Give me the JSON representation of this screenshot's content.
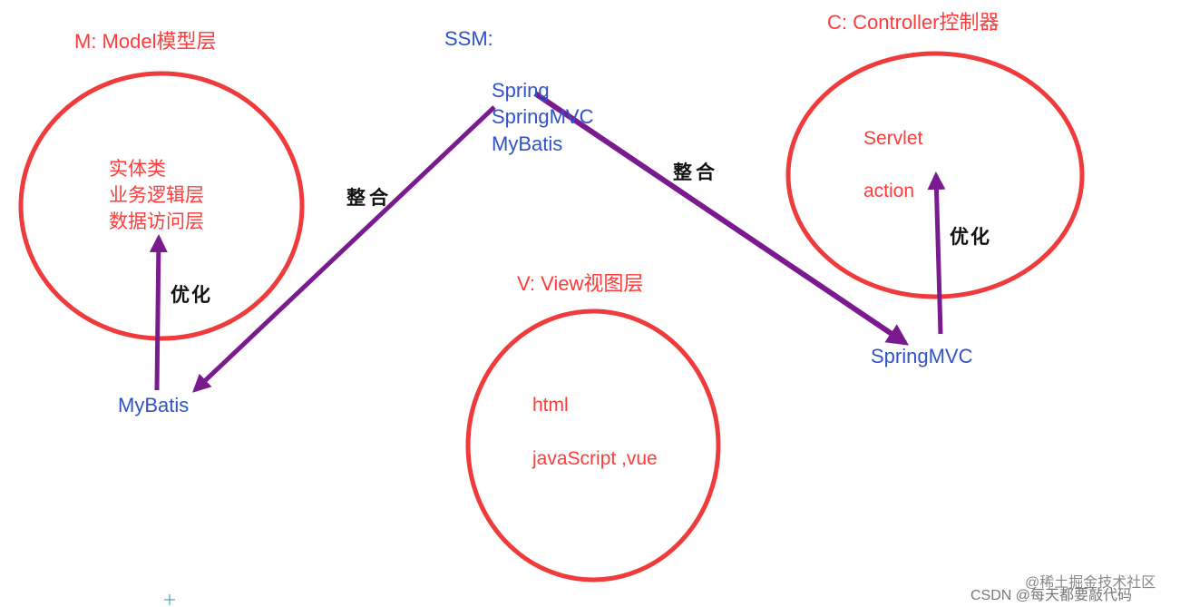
{
  "model": {
    "title": "M:  Model模型层",
    "items": [
      "实体类",
      "业务逻辑层",
      "数据访问层"
    ]
  },
  "ssm": {
    "title": "SSM:",
    "items": [
      "Spring",
      "SpringMVC",
      "MyBatis"
    ]
  },
  "controller": {
    "title": "C:  Controller控制器",
    "items": [
      "Servlet",
      "action"
    ]
  },
  "view": {
    "title": "V: View视图层",
    "items": [
      "html",
      "javaScript  ,vue"
    ]
  },
  "labels": {
    "mybatis": "MyBatis",
    "springmvc": "SpringMVC",
    "integrate_left": "整合",
    "integrate_right": "整合",
    "optimize_left": "优化",
    "optimize_right": "优化"
  },
  "watermark": {
    "site": "@稀土掘金技术社区",
    "author": "CSDN @每天都要敲代码"
  },
  "colors": {
    "circle": "#ef3b3b",
    "arrow": "#7a1a8f",
    "red_text": "#ff3b3b",
    "blue_text": "#2f53c8"
  }
}
